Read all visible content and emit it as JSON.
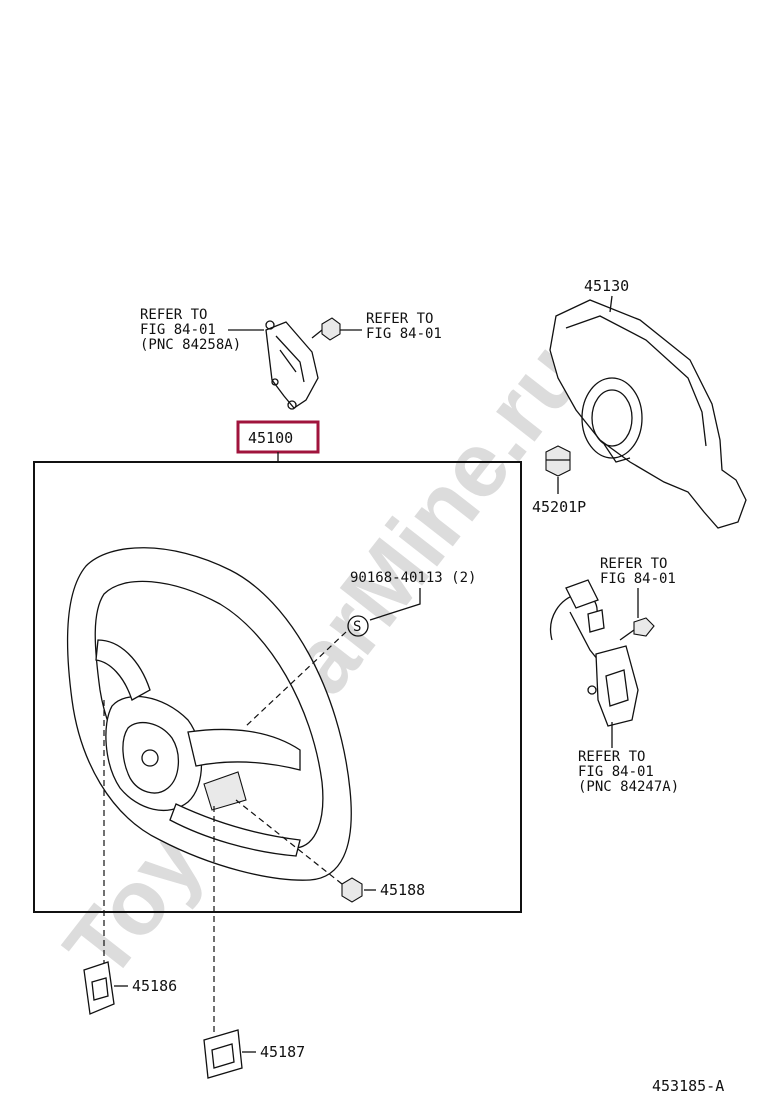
{
  "watermark": "ToyotaCarMine.ru",
  "assembly": {
    "part_number": "45100",
    "highlight_color": "#a0143c"
  },
  "parts": {
    "airbag": "45130",
    "nut": "45201P",
    "screw_label": "90168-40113 (2)",
    "screw_symbol": "S",
    "bolt": "45188",
    "cover_left": "45186",
    "cover_right": "45187"
  },
  "refs": {
    "switch_left": [
      "REFER TO",
      "FIG 84-01",
      "(PNC 84258A)"
    ],
    "bolt_top": [
      "REFER TO",
      "FIG 84-01"
    ],
    "bolt_right": [
      "REFER TO",
      "FIG 84-01"
    ],
    "switch_right": [
      "REFER TO",
      "FIG 84-01",
      "(PNC 84247A)"
    ]
  },
  "figure_id": "453185-A"
}
